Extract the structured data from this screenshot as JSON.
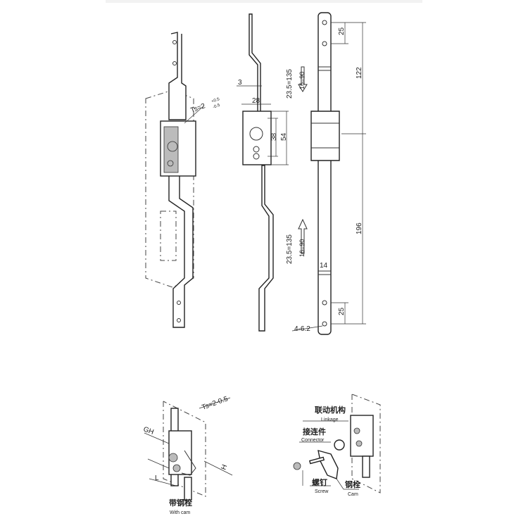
{
  "front_view": {
    "thickness_label": "Ts=2",
    "tol_upper": "+0.5",
    "tol_lower": "-0.5"
  },
  "side_view": {
    "dims": {
      "rod_width": "3",
      "body_width": "28",
      "inner_height": "38",
      "body_height": "54",
      "travel_top": "23.5=135",
      "travel_top_alt": "16=90",
      "travel_bottom": "23.5=135",
      "travel_bottom_alt": "16=90"
    }
  },
  "rear_view": {
    "dims": {
      "top_hole": "25",
      "upper_length": "122",
      "lower_length": "196",
      "bottom_hole": "25",
      "bar_width": "14",
      "holes": "4-6.2"
    }
  },
  "with_cam_view": {
    "thickness_label": "Ts=2-0.5",
    "gh": "GH",
    "l": "L",
    "h": "H",
    "caption_cn": "带钢栓",
    "caption_en": "With cam"
  },
  "exploded_view": {
    "linkage_cn": "联动机构",
    "linkage_en": "Linkage",
    "connector_cn": "接连件",
    "connector_en": "Connector",
    "screw_cn": "螺钉",
    "screw_en": "Screw",
    "cam_cn": "钢栓",
    "cam_en": "Cam"
  }
}
